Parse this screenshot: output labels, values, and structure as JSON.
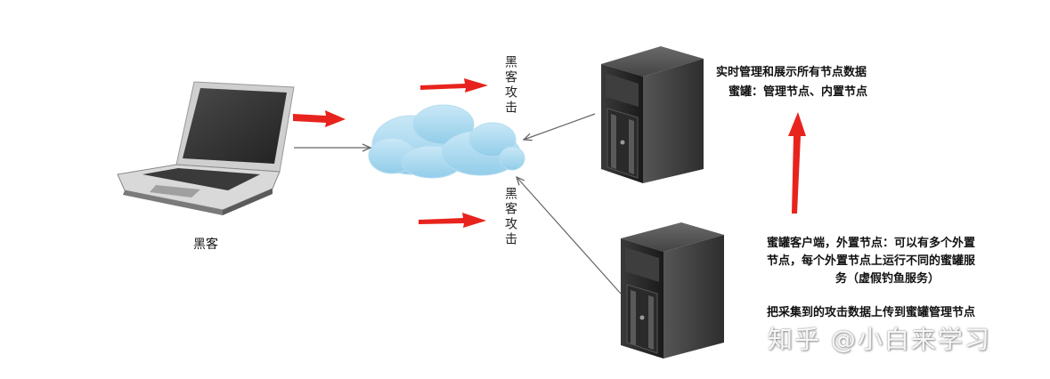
{
  "labels": {
    "hacker": "黑客",
    "attack_top": "黑客攻击",
    "attack_bottom": "黑客攻击",
    "manager_line1": "实时管理和展示所有节点数据",
    "manager_line2": "蜜罐：管理节点、内置节点",
    "client_line1": "蜜罐客户端，外置节点：可以有多个外置",
    "client_line2": "节点，每个外置节点上运行不同的蜜罐服",
    "client_line3": "务（虚假钓鱼服务）",
    "client_line4": "把采集到的攻击数据上传到蜜罐管理节点"
  },
  "watermark": "知乎 @小白来学习",
  "colors": {
    "red_arrow": "#e8231d",
    "gray_line": "#777777",
    "cloud": "#a9d8ef",
    "server_dark": "#2b2b2b"
  },
  "icons": [
    "laptop-icon",
    "cloud-icon",
    "server-icon"
  ]
}
